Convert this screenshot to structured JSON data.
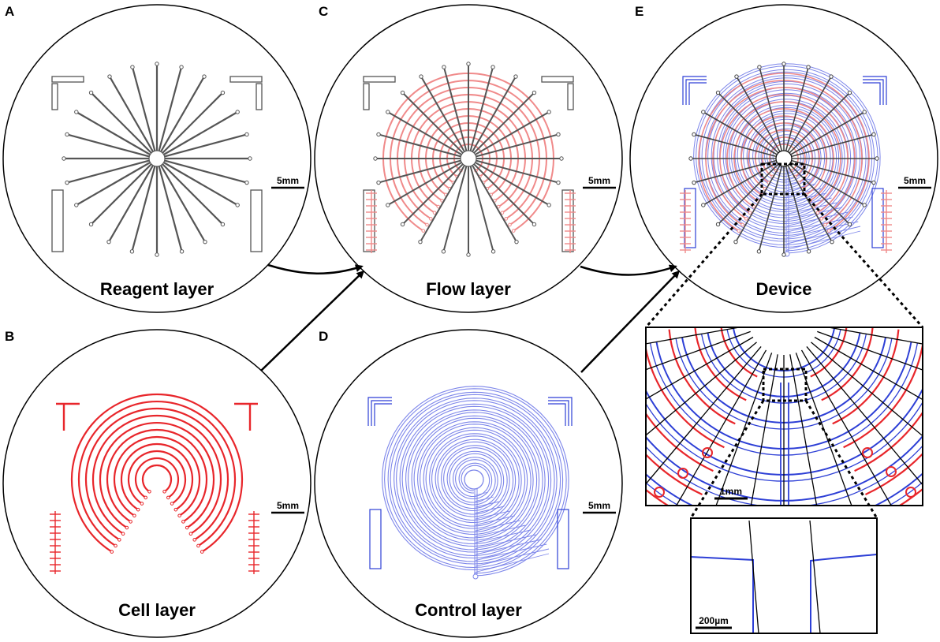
{
  "colors": {
    "reagent": "#000000",
    "cell": "#e8262b",
    "cell_light": "#f08a8a",
    "control": "#2d3fd6",
    "control_light": "#7d86ea",
    "flow_reagent": "#555555"
  },
  "panels": {
    "A": {
      "letter": "A",
      "title": "Reagent layer",
      "scale": "5mm"
    },
    "B": {
      "letter": "B",
      "title": "Cell layer",
      "scale": "5mm"
    },
    "C": {
      "letter": "C",
      "title": "Flow layer",
      "scale": "5mm"
    },
    "D": {
      "letter": "D",
      "title": "Control layer",
      "scale": "5mm"
    },
    "E": {
      "letter": "E",
      "title": "Device",
      "scale": "5mm"
    }
  },
  "zoom1": {
    "scale": "1mm"
  },
  "zoom2": {
    "scale": "200µm"
  }
}
